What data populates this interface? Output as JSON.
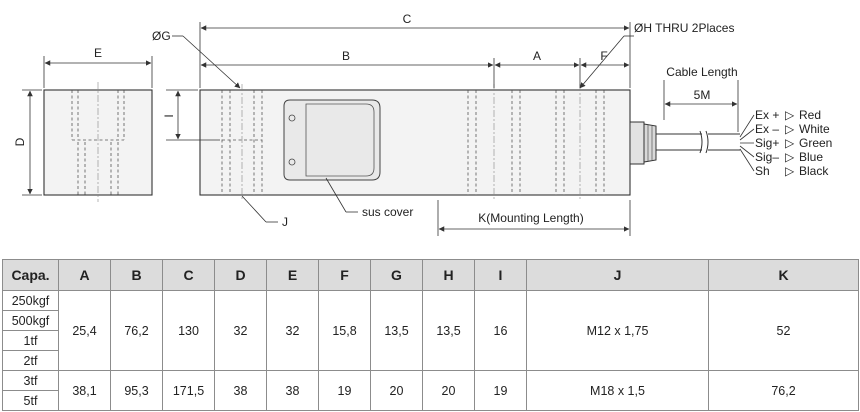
{
  "labels": {
    "C": "C",
    "E": "E",
    "G": "ØG",
    "B": "B",
    "A": "A",
    "F": "F",
    "H": "ØH THRU 2Places",
    "D": "D",
    "I": "I",
    "J": "J",
    "sus_cover": "sus cover",
    "K": "K(Mounting Length)",
    "cable_length": "Cable Length",
    "cable_5m": "5M"
  },
  "wires": [
    {
      "signal": "Ex +",
      "color": "Red"
    },
    {
      "signal": "Ex –",
      "color": "White"
    },
    {
      "signal": "Sig+",
      "color": "Green"
    },
    {
      "signal": "Sig–",
      "color": "Blue"
    },
    {
      "signal": "Sh",
      "color": "Black"
    }
  ],
  "arrow_glyph": "▷",
  "table": {
    "headers": [
      "Capa.",
      "A",
      "B",
      "C",
      "D",
      "E",
      "F",
      "G",
      "H",
      "I",
      "J",
      "K"
    ],
    "groups": [
      {
        "capacities": [
          "250kgf",
          "500kgf",
          "1tf",
          "2tf"
        ],
        "values": [
          "25,4",
          "76,2",
          "130",
          "32",
          "32",
          "15,8",
          "13,5",
          "13,5",
          "16",
          "M12 x 1,75",
          "52"
        ]
      },
      {
        "capacities": [
          "3tf",
          "5tf"
        ],
        "values": [
          "38,1",
          "95,3",
          "171,5",
          "38",
          "38",
          "19",
          "20",
          "20",
          "19",
          "M18 x 1,5",
          "76,2"
        ]
      }
    ]
  }
}
